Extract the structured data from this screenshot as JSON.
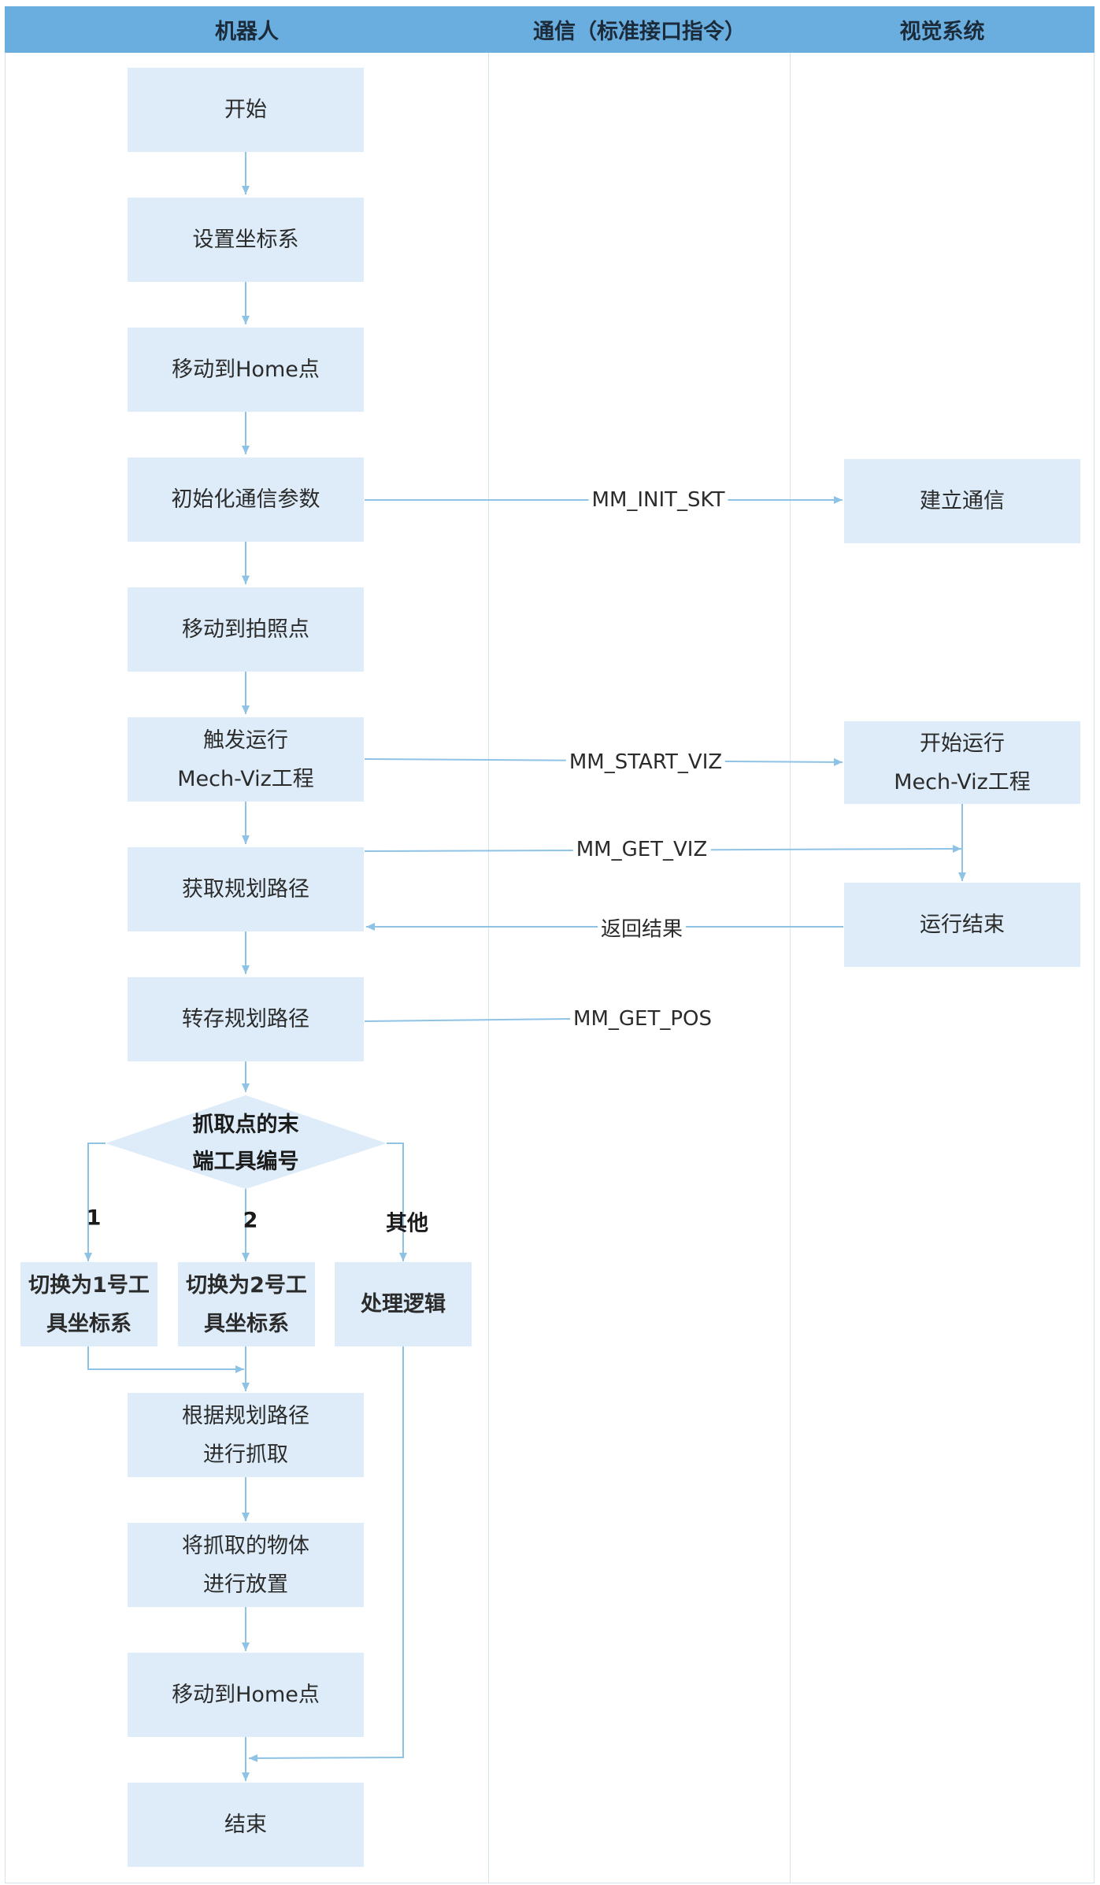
{
  "lanes": {
    "robot": "机器人",
    "comm": "通信（标准接口指令）",
    "vision": "视觉系统"
  },
  "robot_steps": {
    "start": "开始",
    "set_coord": "设置坐标系",
    "move_home_1": "移动到Home点",
    "init_comm": "初始化通信参数",
    "move_photo": "移动到拍照点",
    "trigger_run": "触发运行\nMech-Viz工程",
    "get_path": "获取规划路径",
    "save_path": "转存规划路径",
    "decision": "抓取点的末\n端工具编号",
    "switch_1": "切换为1号工\n具坐标系",
    "switch_2": "切换为2号工\n具坐标系",
    "handle_logic": "处理逻辑",
    "grab": "根据规划路径\n进行抓取",
    "place": "将抓取的物体\n进行放置",
    "move_home_2": "移动到Home点",
    "end": "结束"
  },
  "branches": {
    "one": "1",
    "two": "2",
    "other": "其他"
  },
  "vision_steps": {
    "establish": "建立通信",
    "start_viz": "开始运行\nMech-Viz工程",
    "run_done": "运行结束"
  },
  "commands": {
    "init": "MM_INIT_SKT",
    "start": "MM_START_VIZ",
    "get_viz": "MM_GET_VIZ",
    "return": "返回结果",
    "get_pos": "MM_GET_POS"
  },
  "colors": {
    "header": "#6aaee0",
    "node_fill": "#ddecf8",
    "connector": "#8fc3e6"
  }
}
